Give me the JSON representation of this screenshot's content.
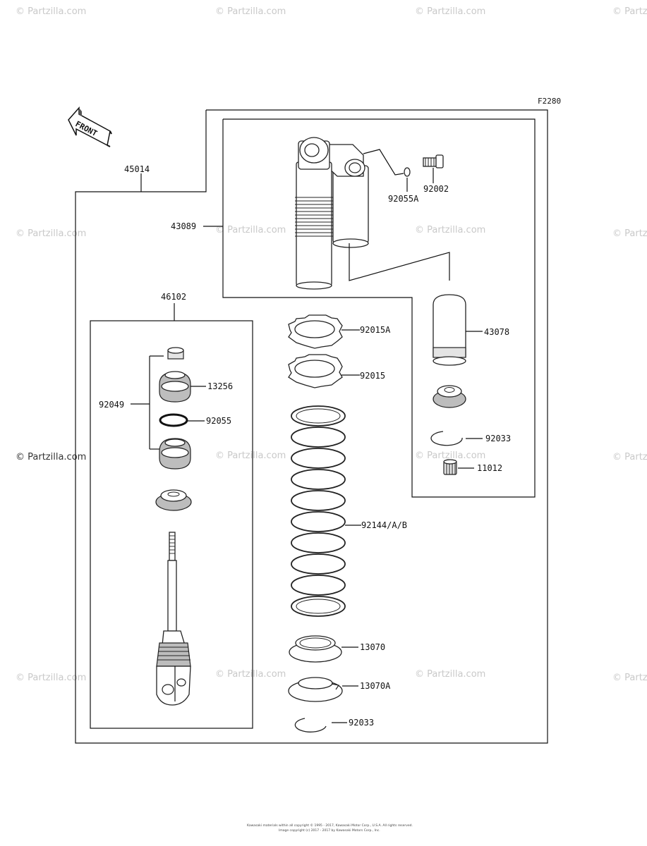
{
  "watermark": "© Partzilla.com",
  "figure_code": "F2280",
  "front_label": "FRONT",
  "callouts": {
    "p45014": "45014",
    "p43089": "43089",
    "p92055A": "92055A",
    "p92002": "92002",
    "p46102": "46102",
    "p43078": "43078",
    "p92015A": "92015A",
    "p92015": "92015",
    "p13256": "13256",
    "p92049": "92049",
    "p92055": "92055",
    "p92033_upper": "92033",
    "p11012": "11012",
    "p92144": "92144/A/B",
    "p13070": "13070",
    "p13070A": "13070A",
    "p92033_lower": "92033"
  },
  "footer": {
    "line1": "Kawasaki materials within all copyright © 1995 - 2017, Kawasaki Motor Corp., U.S.A. All rights reserved.",
    "line2": "Image copyright (c) 2017 - 2017 by Kawasaki Motors Corp., Inc."
  }
}
